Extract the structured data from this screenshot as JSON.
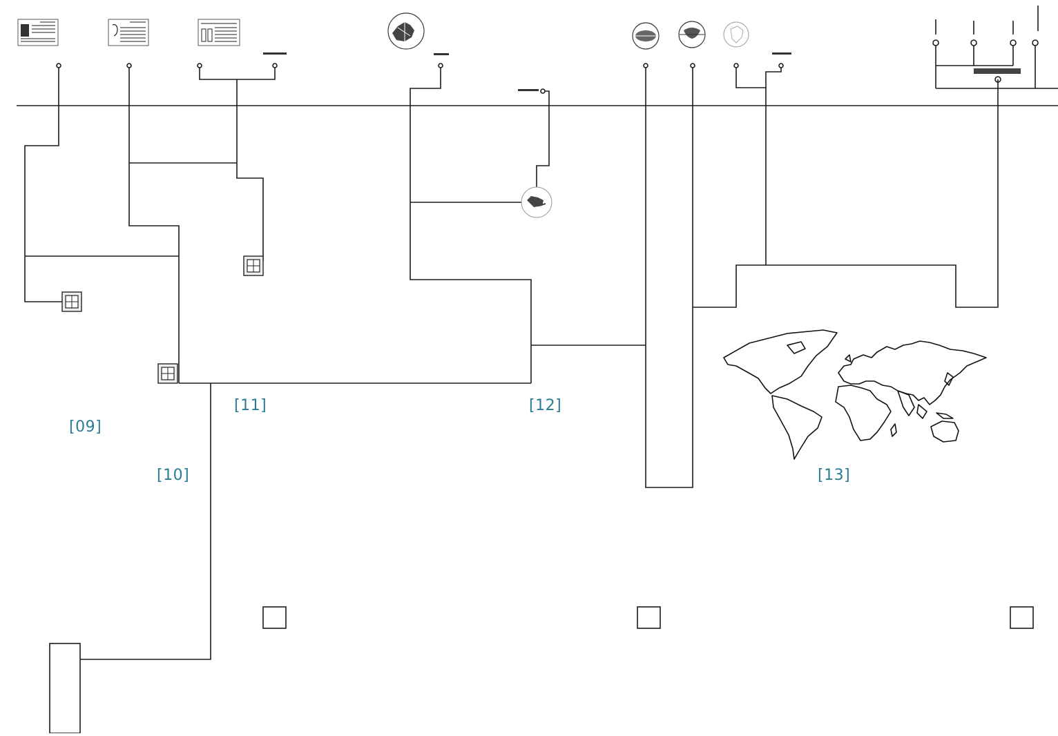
{
  "references": {
    "r09": "[09]",
    "r10": "[10]",
    "r11": "[11]",
    "r12": "[12]",
    "r13": "[13]"
  },
  "colors": {
    "line": "#1b1b1b",
    "reference_text": "#2a7d93",
    "background": "#ffffff"
  },
  "icons": {
    "document_cards": [
      "document-thumbnail-icon",
      "portrait-document-thumbnail-icon",
      "figures-document-thumbnail-icon"
    ],
    "globes": [
      "globe-icon-1",
      "globe-icon-2",
      "globe-icon-3",
      "globe-icon-4",
      "brazil-globe-icon"
    ],
    "boxes": [
      "package-icon",
      "package-icon",
      "package-icon"
    ],
    "map": "world-map-icon"
  }
}
